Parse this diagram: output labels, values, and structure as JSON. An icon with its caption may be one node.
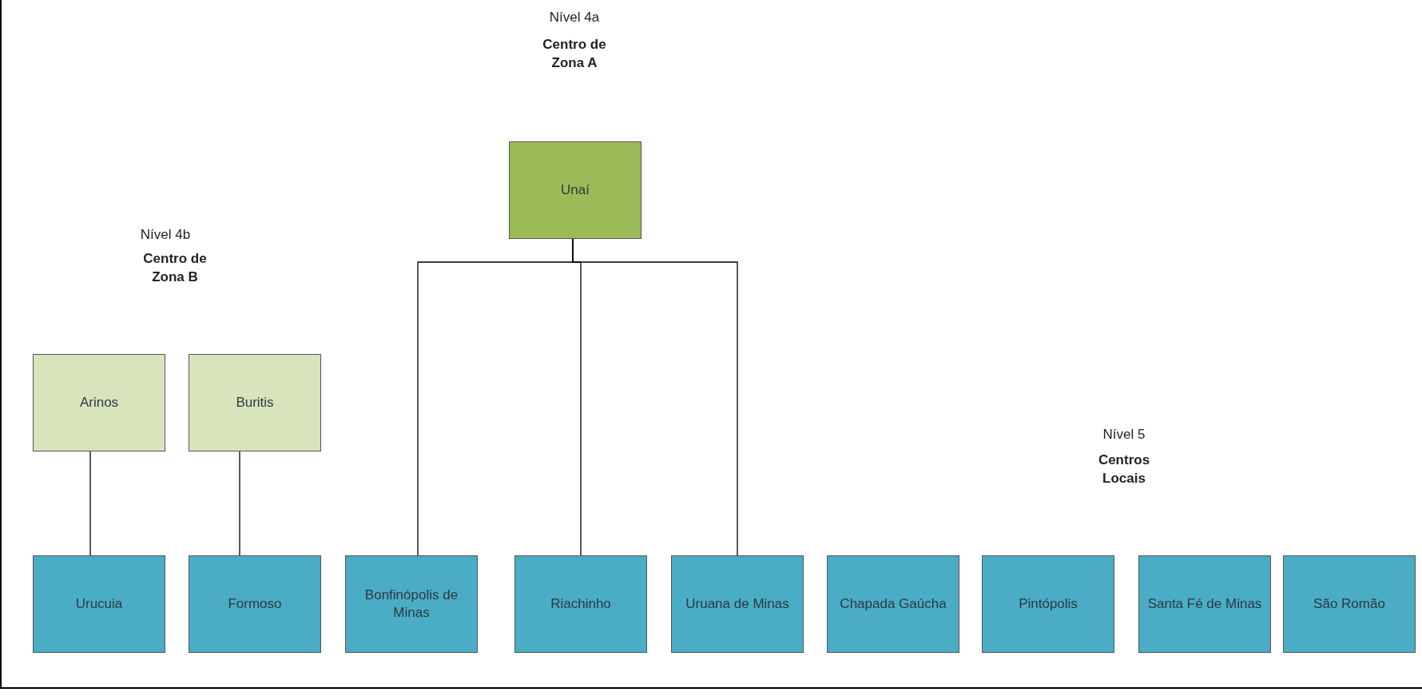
{
  "diagram": {
    "nodes": [
      {
        "text": [
          "Unaí"
        ]
      },
      {
        "text": [
          "Arinos"
        ]
      },
      {
        "text": [
          "Buritis"
        ]
      },
      {
        "text": [
          "Urucuia"
        ]
      },
      {
        "text": [
          "Formoso"
        ]
      },
      {
        "text": [
          "Bonfinópolis de Minas"
        ]
      },
      {
        "text": [
          "Riachinho"
        ]
      },
      {
        "text": [
          "Uruana de Minas"
        ]
      },
      {
        "text": [
          "Chapada Gaúcha"
        ]
      },
      {
        "text": [
          "Pintópolis"
        ]
      },
      {
        "text": [
          "Santa Fé de Minas"
        ]
      },
      {
        "text": [
          "São Romão"
        ]
      }
    ],
    "edges": [
      {
        "from": 0,
        "to": 5,
        "arrow": "none"
      },
      {
        "from": 0,
        "to": 6,
        "arrow": "none"
      },
      {
        "from": 0,
        "to": 7,
        "arrow": "none"
      },
      {
        "from": 1,
        "to": 3,
        "arrow": "none"
      },
      {
        "from": 2,
        "to": 4,
        "arrow": "none"
      }
    ],
    "labels": [
      "Nível 4a",
      "Centro de Zona A",
      "Nível 4b",
      "Centro de Zona B",
      "Nível 5",
      "Centros Locais"
    ]
  }
}
